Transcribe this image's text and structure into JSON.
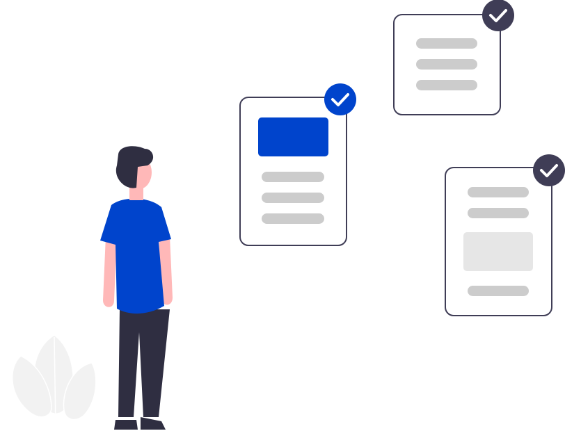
{
  "colors": {
    "accent": "#0044cc",
    "dark": "#3f3d56",
    "skin": "#ffb8b8",
    "hair": "#2f2e41",
    "pants": "#2f2e41",
    "line_gray": "#cccccc",
    "block_gray": "#e6e6e6",
    "plant": "#f2f2f2",
    "card_border": "#3f3d56",
    "card_fill": "#ffffff"
  },
  "cards": [
    {
      "name": "card-left",
      "badge_color": "accent",
      "has_header_block": true,
      "checked": true
    },
    {
      "name": "card-top-right",
      "badge_color": "dark",
      "has_header_block": false,
      "checked": true
    },
    {
      "name": "card-bottom-right",
      "badge_color": "dark",
      "has_image_block": true,
      "checked": true
    }
  ],
  "icons": [
    "checkmark-icon",
    "person-figure",
    "plant-decoration"
  ]
}
